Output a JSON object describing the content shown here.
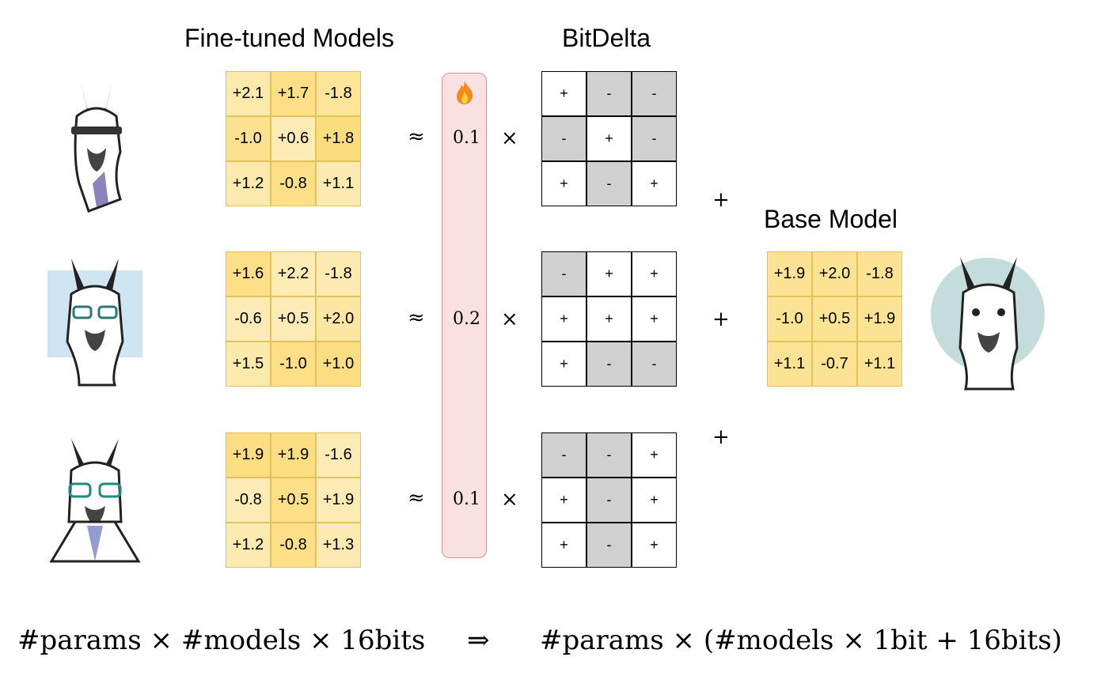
{
  "headings": {
    "fine_tuned": "Fine-tuned Models",
    "bitdelta": "BitDelta",
    "base_model": "Base Model"
  },
  "fine_tuned_models": [
    {
      "cells": [
        "+2.1",
        "+1.7",
        "-1.8",
        "-1.0",
        "+0.6",
        "+1.8",
        "+1.2",
        "-0.8",
        "+1.1"
      ],
      "shade": [
        0.3,
        0.7,
        0.5,
        0.6,
        0.2,
        0.8,
        0.3,
        0.7,
        0.25
      ]
    },
    {
      "cells": [
        "+1.6",
        "+2.2",
        "-1.8",
        "-0.6",
        "+0.5",
        "+2.0",
        "+1.5",
        "-1.0",
        "+1.0"
      ],
      "shade": [
        0.7,
        0.2,
        0.25,
        0.2,
        0.2,
        0.4,
        0.3,
        0.7,
        0.75
      ]
    },
    {
      "cells": [
        "+1.9",
        "+1.9",
        "-1.6",
        "-0.8",
        "+0.5",
        "+1.9",
        "+1.2",
        "-0.8",
        "+1.3"
      ],
      "shade": [
        0.75,
        0.75,
        0.2,
        0.2,
        0.7,
        0.2,
        0.25,
        0.7,
        0.25
      ]
    }
  ],
  "approx_symbol": "≈",
  "times_symbol": "×",
  "plus_symbol": "+",
  "fire_icon": "fire-icon",
  "scales": [
    "0.1",
    "0.2",
    "0.1"
  ],
  "bitdelta_signs": [
    [
      "+",
      "-",
      "-",
      "-",
      "+",
      "-",
      "+",
      "-",
      "+"
    ],
    [
      "-",
      "+",
      "+",
      "+",
      "+",
      "+",
      "+",
      "-",
      "-"
    ],
    [
      "-",
      "-",
      "+",
      "+",
      "-",
      "+",
      "+",
      "-",
      "+"
    ]
  ],
  "base_model": {
    "cells": [
      "+1.9",
      "+2.0",
      "-1.8",
      "-1.0",
      "+0.5",
      "+1.9",
      "+1.1",
      "-0.7",
      "+1.1"
    ]
  },
  "formula_left": "#params × #models × 16bits",
  "formula_arrow": "⇒",
  "formula_right": "#params × (#models × 1bit + 16bits)",
  "colors": {
    "cell_light": "#fdf0c8",
    "cell_dark": "#fbd86a",
    "cell_border": "#e2c25a",
    "bit_minus": "#d0d0d0",
    "scale_bar_fill": "#f9e1e1",
    "scale_bar_border": "#d89393",
    "base_circle": "#c4dcdb"
  }
}
